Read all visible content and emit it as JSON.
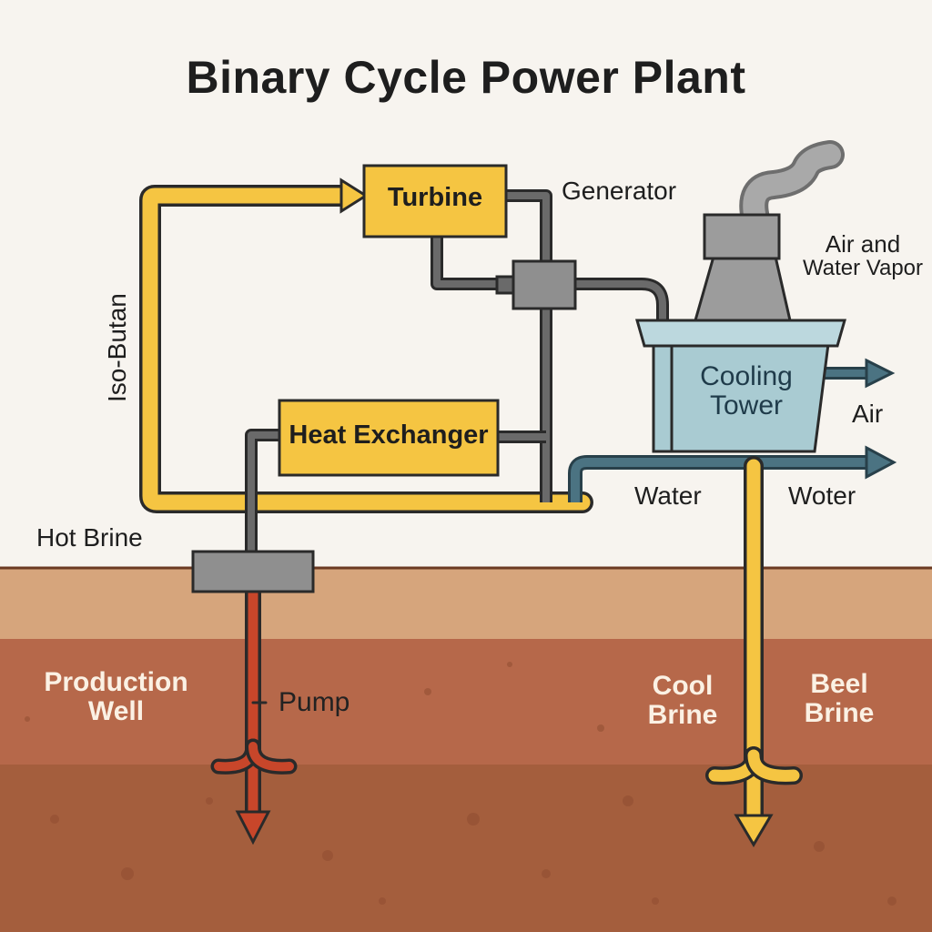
{
  "title": "Binary Cycle Power Plant",
  "components": {
    "turbine": "Turbine",
    "heat_exchanger": "Heat Exchanger",
    "cooling_tower_line1": "Cooling",
    "cooling_tower_line2": "Tower"
  },
  "labels": {
    "generator": "Generator",
    "air_vapor_line1": "Air and",
    "air_vapor_line2": "Water Vapor",
    "iso_butan": "Iso-Butan",
    "air": "Air",
    "water": "Water",
    "woter": "Woter",
    "hot_brine": "Hot Brine",
    "production_well_line1": "Production",
    "production_well_line2": "Well",
    "pump": "Pump",
    "cool_brine_line1": "Cool",
    "cool_brine_line2": "Brine",
    "beel_brine_line1": "Beel",
    "beel_brine_line2": "Brine"
  },
  "colors": {
    "background": "#f7f4ef",
    "ground_top": "#d6a57c",
    "ground_mid": "#b6684a",
    "ground_deep": "#a45e3d",
    "isobutane_pipe": "#f5c542",
    "brine_hot": "#c8462a",
    "pipe_gray": "#555555",
    "cooling_tower": "#a9cbd2",
    "water_pipe": "#4b7382"
  }
}
